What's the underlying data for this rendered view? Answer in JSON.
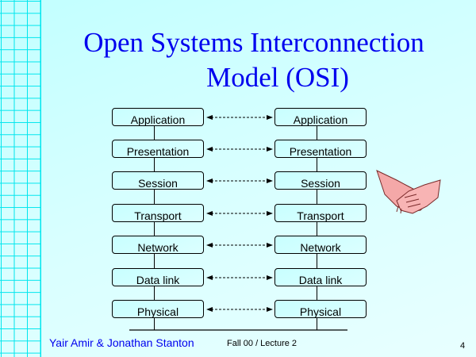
{
  "title_line1": "Open Systems Interconnection",
  "title_line2": "Model (OSI)",
  "layers": [
    "Application",
    "Presentation",
    "Session",
    "Transport",
    "Network",
    "Data link",
    "Physical"
  ],
  "footer": {
    "authors": "Yair Amir & Jonathan Stanton",
    "lecture": "Fall 00 / Lecture 2",
    "page": "4"
  },
  "icons": {
    "handshake": "handshake-icon"
  }
}
